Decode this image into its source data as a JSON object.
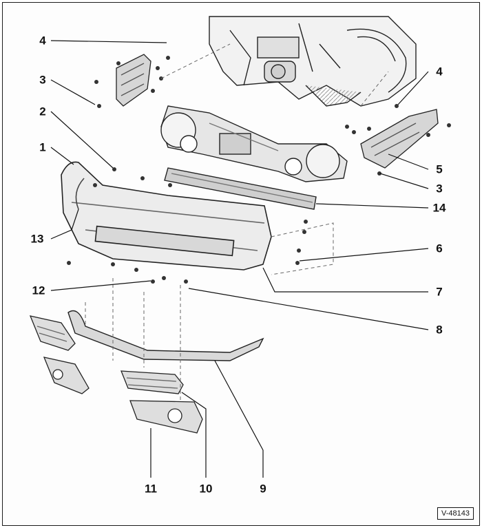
{
  "callouts": [
    {
      "id": "1",
      "label": "1"
    },
    {
      "id": "2",
      "label": "2"
    },
    {
      "id": "3a",
      "label": "3"
    },
    {
      "id": "3b",
      "label": "3"
    },
    {
      "id": "4a",
      "label": "4"
    },
    {
      "id": "4b",
      "label": "4"
    },
    {
      "id": "5",
      "label": "5"
    },
    {
      "id": "6",
      "label": "6"
    },
    {
      "id": "7",
      "label": "7"
    },
    {
      "id": "8",
      "label": "8"
    },
    {
      "id": "9",
      "label": "9"
    },
    {
      "id": "10",
      "label": "10"
    },
    {
      "id": "11",
      "label": "11"
    },
    {
      "id": "12",
      "label": "12"
    },
    {
      "id": "13",
      "label": "13"
    },
    {
      "id": "14",
      "label": "14"
    }
  ],
  "reference": "V-48143",
  "colors": {
    "ink": "#1a1a1a",
    "shade": "#b8b8b8",
    "paper": "#fdfdfd"
  }
}
